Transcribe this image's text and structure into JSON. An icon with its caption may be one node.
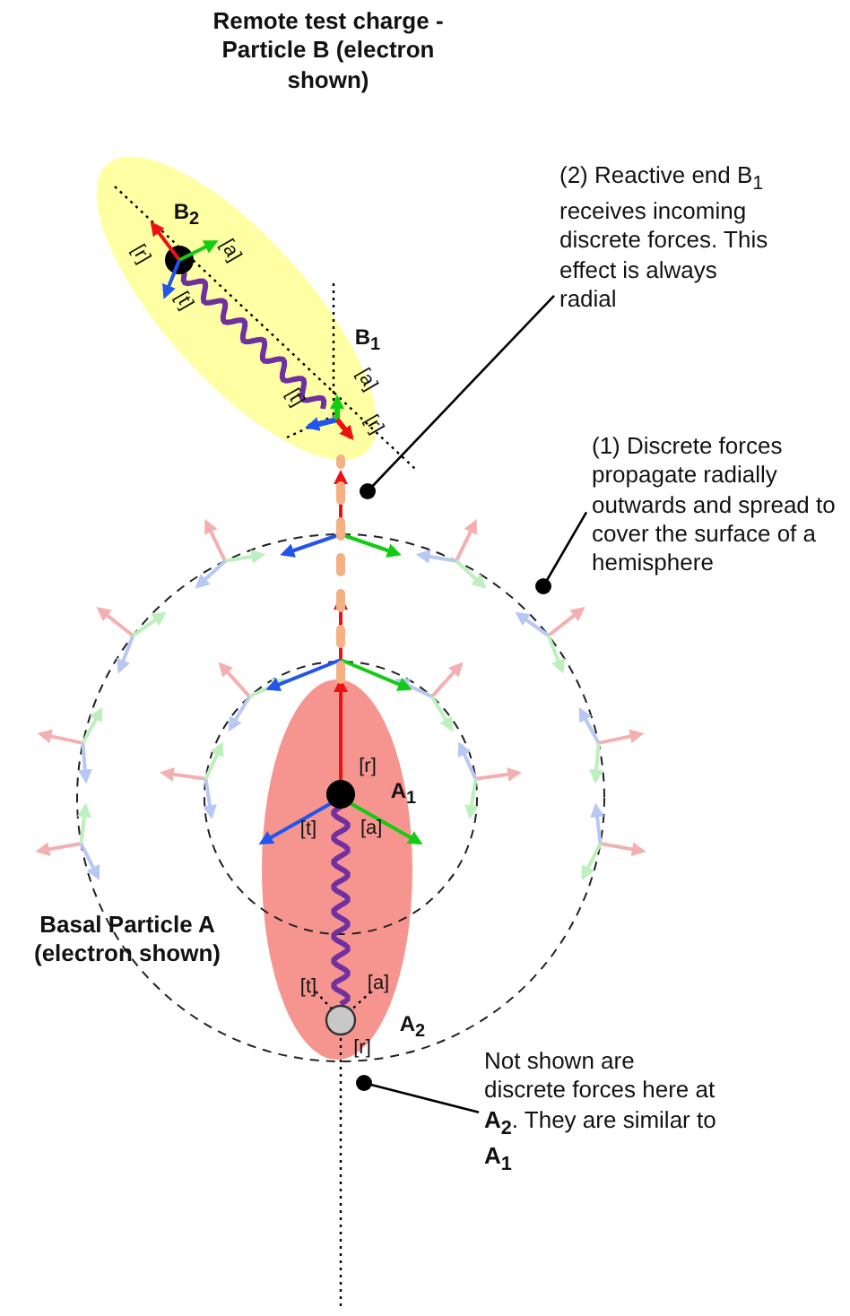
{
  "diagram": {
    "nodes": [
      {
        "text": [
          "Remote test charge - Particle B (electron shown)"
        ]
      },
      {
        "text": [
          "Basal Particle A (electron shown)"
        ]
      },
      {
        "text": [
          "(2) Reactive end B$_{1}$ receives incoming discrete forces. This effect is always radial"
        ]
      },
      {
        "text": [
          "(1) Discrete forces propagate radially outwards and spread to cover the surface of a hemisphere"
        ]
      },
      {
        "text": [
          "Not shown are discrete forces here at **A$_{2}$**. They are similar to **A$_{1}$**"
        ]
      }
    ],
    "edges": [
      {
        "from": 1,
        "to": 0,
        "arrow": "none",
        "style": "dashed",
        "color": "#f4b183"
      },
      {
        "from": 2,
        "to": 0,
        "arrow": "other"
      },
      {
        "from": 3,
        "to": null,
        "arrow": "other"
      },
      {
        "from": 4,
        "to": 1,
        "arrow": "other"
      }
    ],
    "labels": [
      "B$_{2}$",
      "[r]",
      "[a]",
      "[t]",
      "B$_{1}$",
      "[t]",
      "[a]",
      "[r]",
      "[r]",
      "A$_{1}$",
      "[t]",
      "[a]",
      "[t]",
      "[a]",
      "A$_{2}$",
      "[r]"
    ]
  }
}
